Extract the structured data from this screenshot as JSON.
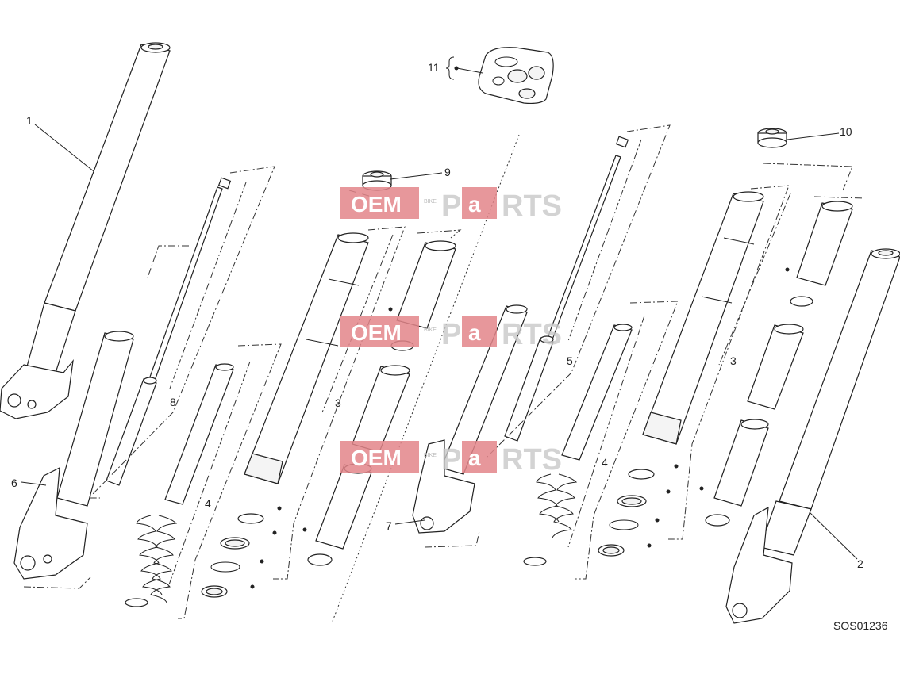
{
  "diagram": {
    "drawing_code": "SOS01236",
    "callouts": [
      "1",
      "2",
      "3",
      "3",
      "4",
      "4",
      "5",
      "6",
      "7",
      "8",
      "9",
      "10",
      "11"
    ],
    "watermark": {
      "word_left": "OEM",
      "word_mid": "BIKE",
      "word_right_1": "P",
      "word_right_2": "a",
      "word_right_3": "RTS"
    }
  }
}
